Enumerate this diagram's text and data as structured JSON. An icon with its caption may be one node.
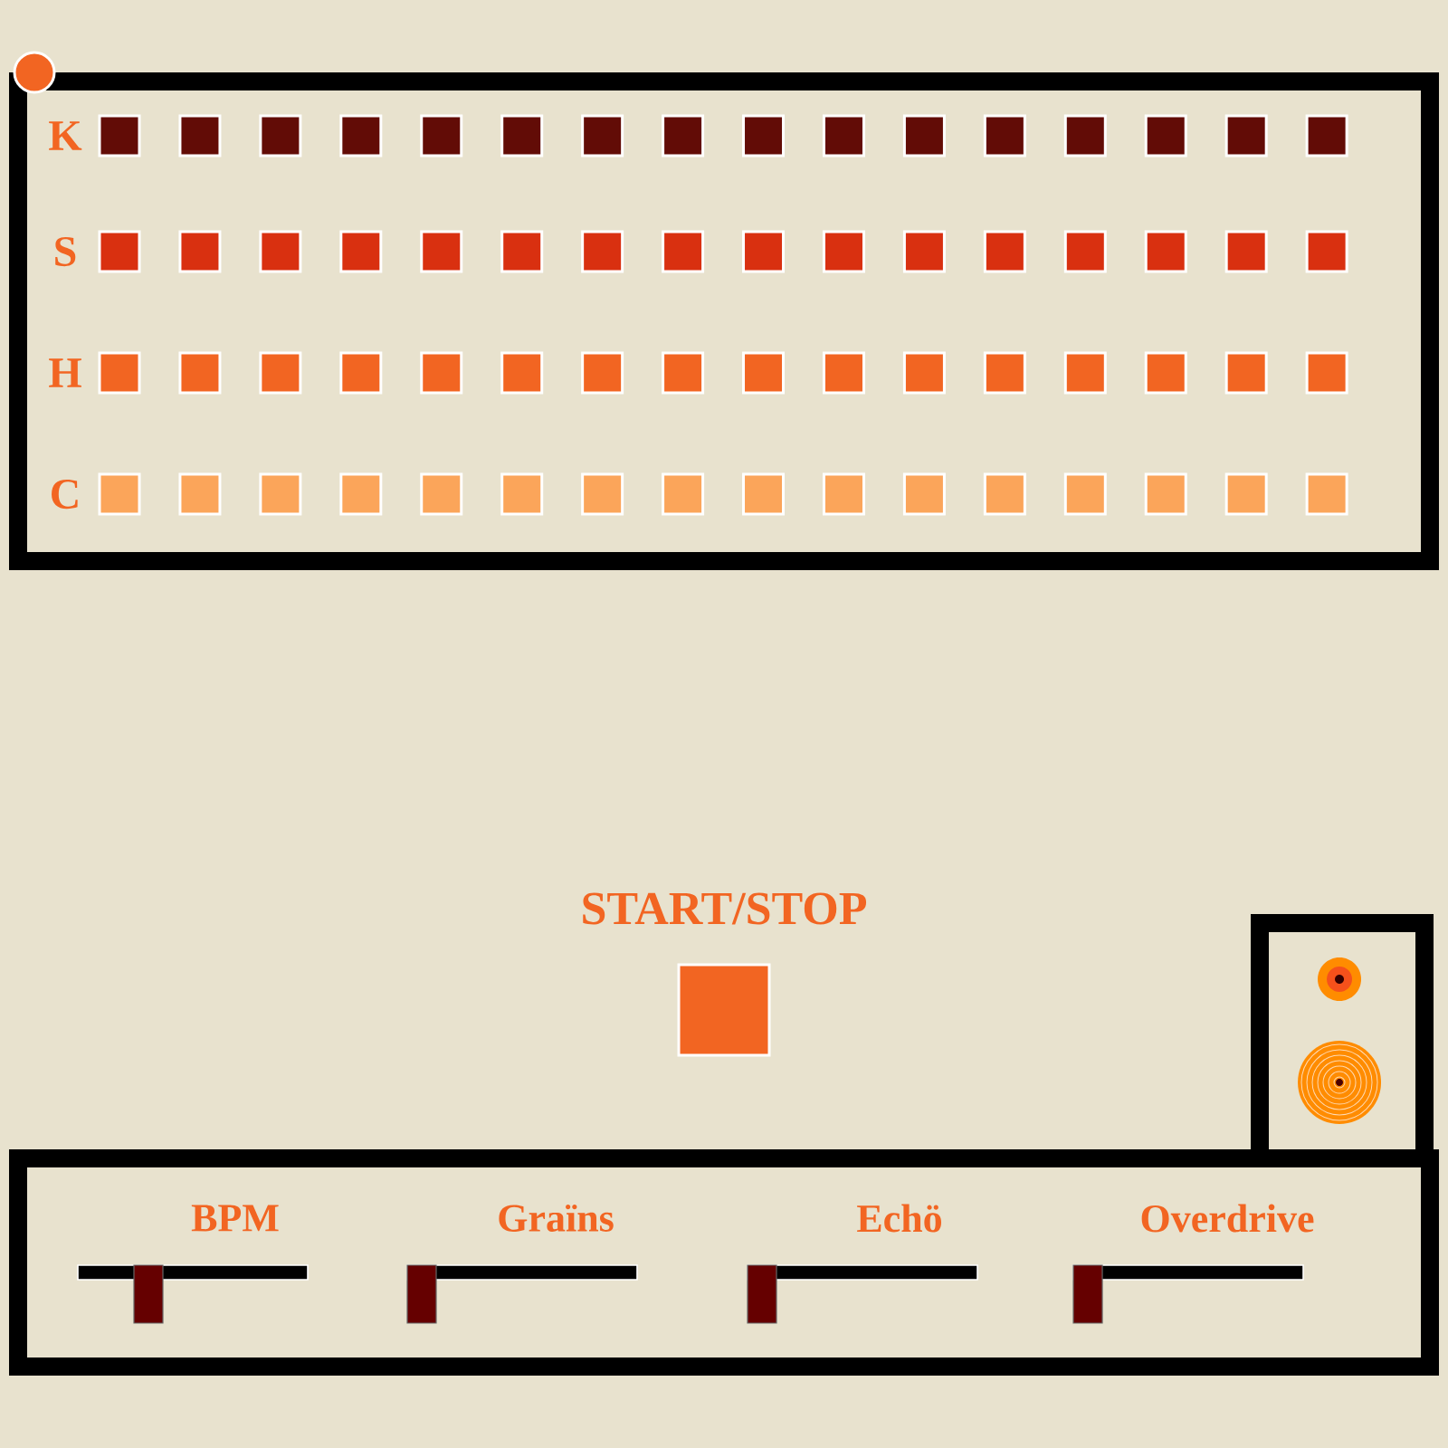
{
  "diagram": {
    "nodes": [
      {
        "text": [
          "K",
          "S",
          "H",
          "C"
        ]
      },
      {
        "text": [],
        "shape": "box"
      },
      {
        "text": [
          "BPM",
          "Graïns",
          "Echö",
          "Overdrive"
        ]
      }
    ],
    "labels": [
      "START/STOP"
    ]
  }
}
